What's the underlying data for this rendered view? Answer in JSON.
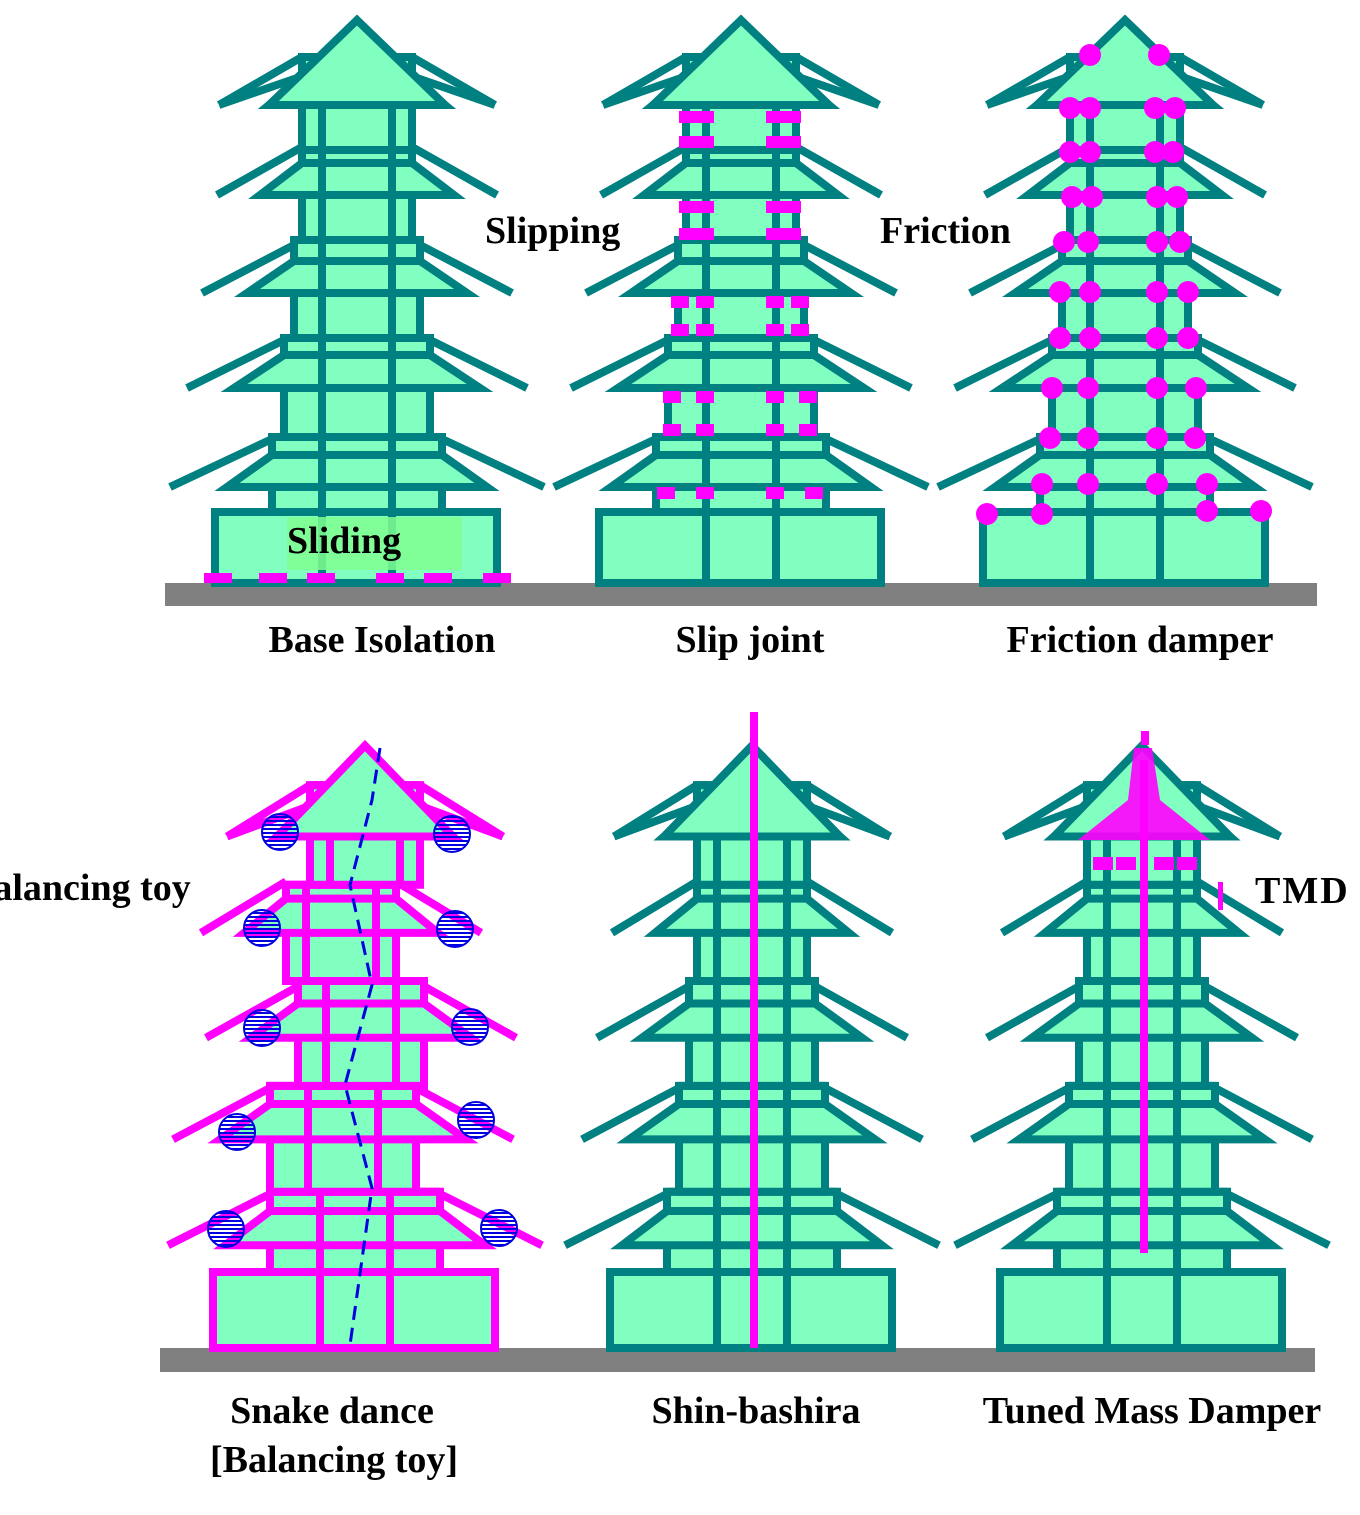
{
  "colors": {
    "frame": "#008080",
    "body": "#80FFC0",
    "damper": "#FF00FF",
    "ground": "#808080",
    "ball": "#0000E0",
    "sliding_bg": "#80FF90"
  },
  "top_row": {
    "captions": [
      "Base Isolation",
      "Slip joint",
      "Friction damper"
    ],
    "annotations": {
      "sliding": "Sliding",
      "slipping": "Slipping",
      "friction": "Friction"
    }
  },
  "bottom_row": {
    "captions": [
      "Snake dance",
      "[Balancing toy]",
      "Shin-bashira",
      "Tuned Mass Damper"
    ],
    "annotations": {
      "balancing_toy": "Balancing toy",
      "tmd": "TMD"
    }
  }
}
